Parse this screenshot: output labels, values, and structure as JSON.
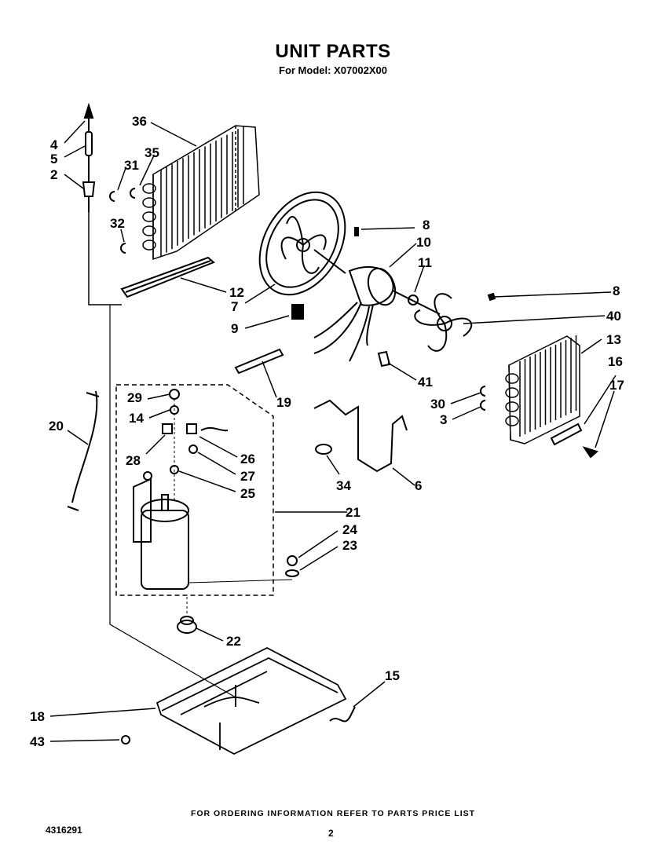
{
  "title": "UNIT PARTS",
  "subtitle": "For Model: X07002X00",
  "footer": "FOR ORDERING INFORMATION REFER TO PARTS PRICE LIST",
  "doc_number": "4316291",
  "page_number": "2",
  "callouts": [
    "4",
    "5",
    "2",
    "36",
    "35",
    "31",
    "32",
    "8",
    "10",
    "11",
    "12",
    "7",
    "9",
    "8b",
    "40",
    "13",
    "16",
    "17",
    "41",
    "19",
    "20",
    "29",
    "14",
    "28",
    "26",
    "27",
    "25",
    "30",
    "3",
    "34",
    "6",
    "21",
    "24",
    "23",
    "22",
    "15",
    "18",
    "43"
  ],
  "labels": {
    "4": "4",
    "5": "5",
    "2": "2",
    "36": "36",
    "35": "35",
    "31": "31",
    "32": "32",
    "8": "8",
    "10": "10",
    "11": "11",
    "12": "12",
    "7": "7",
    "9": "9",
    "8b": "8",
    "40": "40",
    "13": "13",
    "16": "16",
    "17": "17",
    "41": "41",
    "19": "19",
    "20": "20",
    "29": "29",
    "14": "14",
    "28": "28",
    "26": "26",
    "27": "27",
    "25": "25",
    "30": "30",
    "3": "3",
    "34": "34",
    "6": "6",
    "21": "21",
    "24": "24",
    "23": "23",
    "22": "22",
    "15": "15",
    "18": "18",
    "43": "43"
  }
}
